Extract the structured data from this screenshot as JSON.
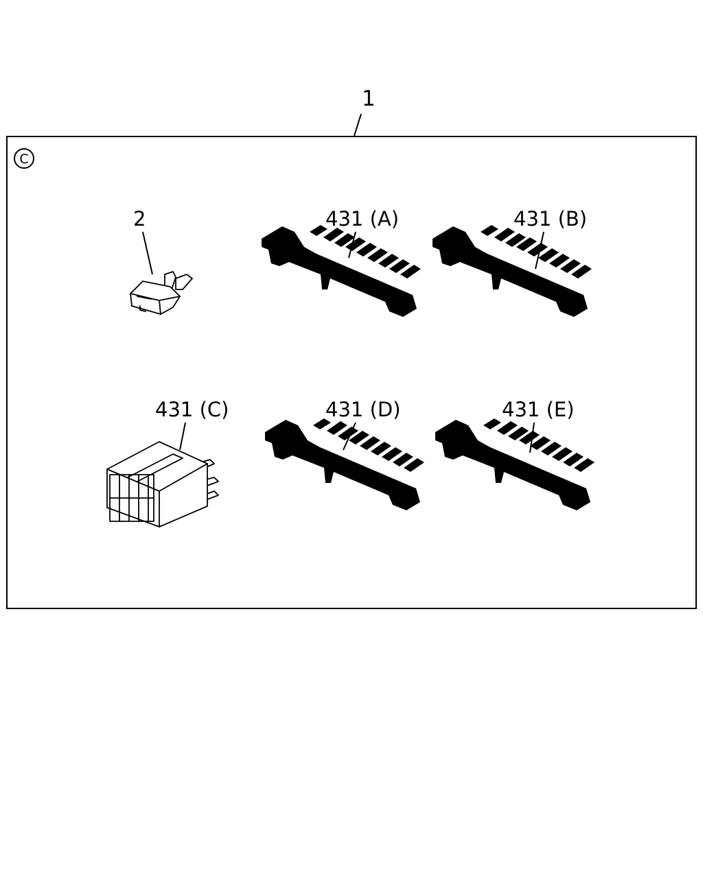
{
  "assembly": {
    "label": "1"
  },
  "view": {
    "circle_letter": "C"
  },
  "parts": [
    {
      "id": "relay",
      "label": "2"
    },
    {
      "id": "a",
      "label": "431 (A)"
    },
    {
      "id": "b",
      "label": "431 (B)"
    },
    {
      "id": "c",
      "label": "431 (C)"
    },
    {
      "id": "d",
      "label": "431 (D)"
    },
    {
      "id": "e",
      "label": "431 (E)"
    }
  ]
}
